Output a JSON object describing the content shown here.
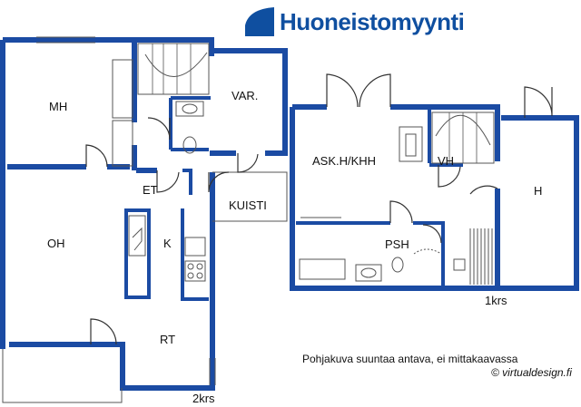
{
  "brand": {
    "name": "Huoneistomyynti",
    "color": "#0f4fa0"
  },
  "colors": {
    "wall": "#1b4ba3",
    "line": "#555555"
  },
  "floors": [
    {
      "id": "upper",
      "label": "2krs",
      "rooms": [
        {
          "key": "mh",
          "label": "MH"
        },
        {
          "key": "var",
          "label": "VAR."
        },
        {
          "key": "et",
          "label": "ET"
        },
        {
          "key": "kuisti",
          "label": "KUISTI"
        },
        {
          "key": "oh",
          "label": "OH"
        },
        {
          "key": "k",
          "label": "K"
        },
        {
          "key": "rt",
          "label": "RT"
        }
      ]
    },
    {
      "id": "lower",
      "label": "1krs",
      "rooms": [
        {
          "key": "askh",
          "label": "ASK.H/KHH"
        },
        {
          "key": "vh",
          "label": "VH"
        },
        {
          "key": "h",
          "label": "H"
        },
        {
          "key": "psh",
          "label": "PSH"
        }
      ]
    }
  ],
  "footer": {
    "disclaimer": "Pohjakuva suuntaa antava, ei mittakaavassa",
    "credit": "© virtualdesign.fi"
  }
}
